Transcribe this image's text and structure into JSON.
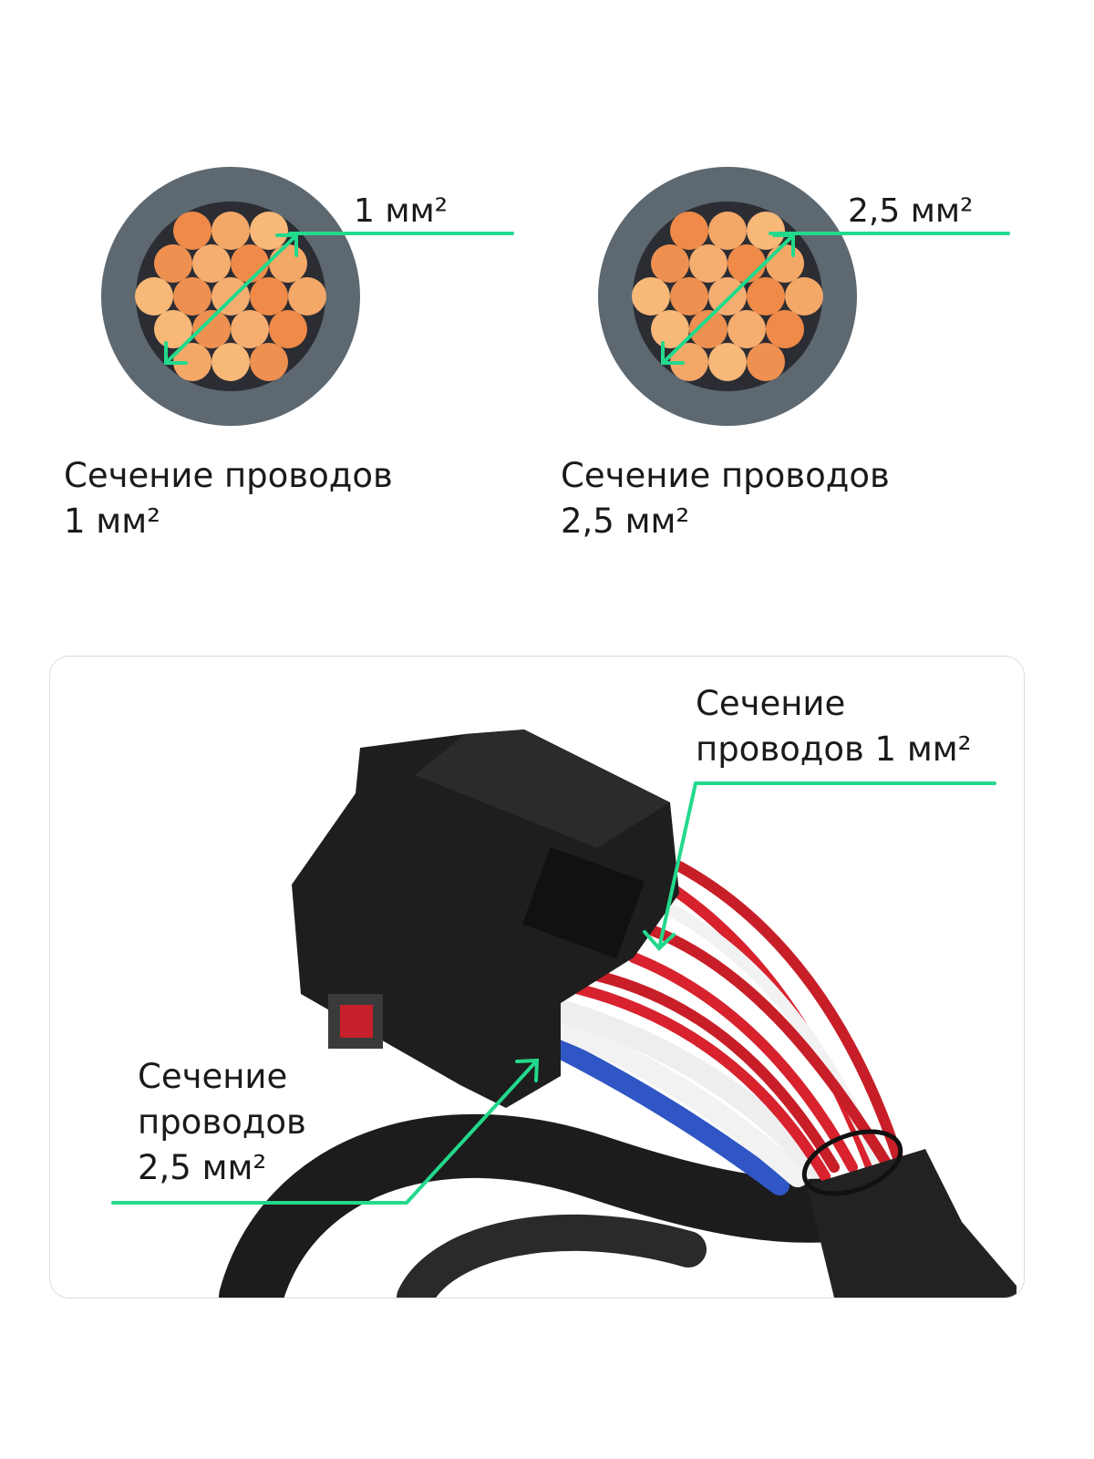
{
  "cross_sections": [
    {
      "label": "1 мм²",
      "caption_line1": "Сечение проводов",
      "caption_line2": "1 мм²"
    },
    {
      "label": "2,5 мм²",
      "caption_line1": "Сечение проводов",
      "caption_line2": "2,5 мм²"
    }
  ],
  "photo_callouts": {
    "thin": {
      "line1": "Сечение",
      "line2": "проводов 1 мм²"
    },
    "thick": {
      "line1": "Сечение",
      "line2": "проводов",
      "line3": "2,5 мм²"
    }
  },
  "colors": {
    "accent": "#22d98c",
    "insulation": "#5d6870",
    "copper": "#f0a060",
    "wire_red": "#d8222e",
    "wire_white": "#f2f2f2",
    "wire_blue": "#2f56c4",
    "connector": "#1e1e1e"
  }
}
